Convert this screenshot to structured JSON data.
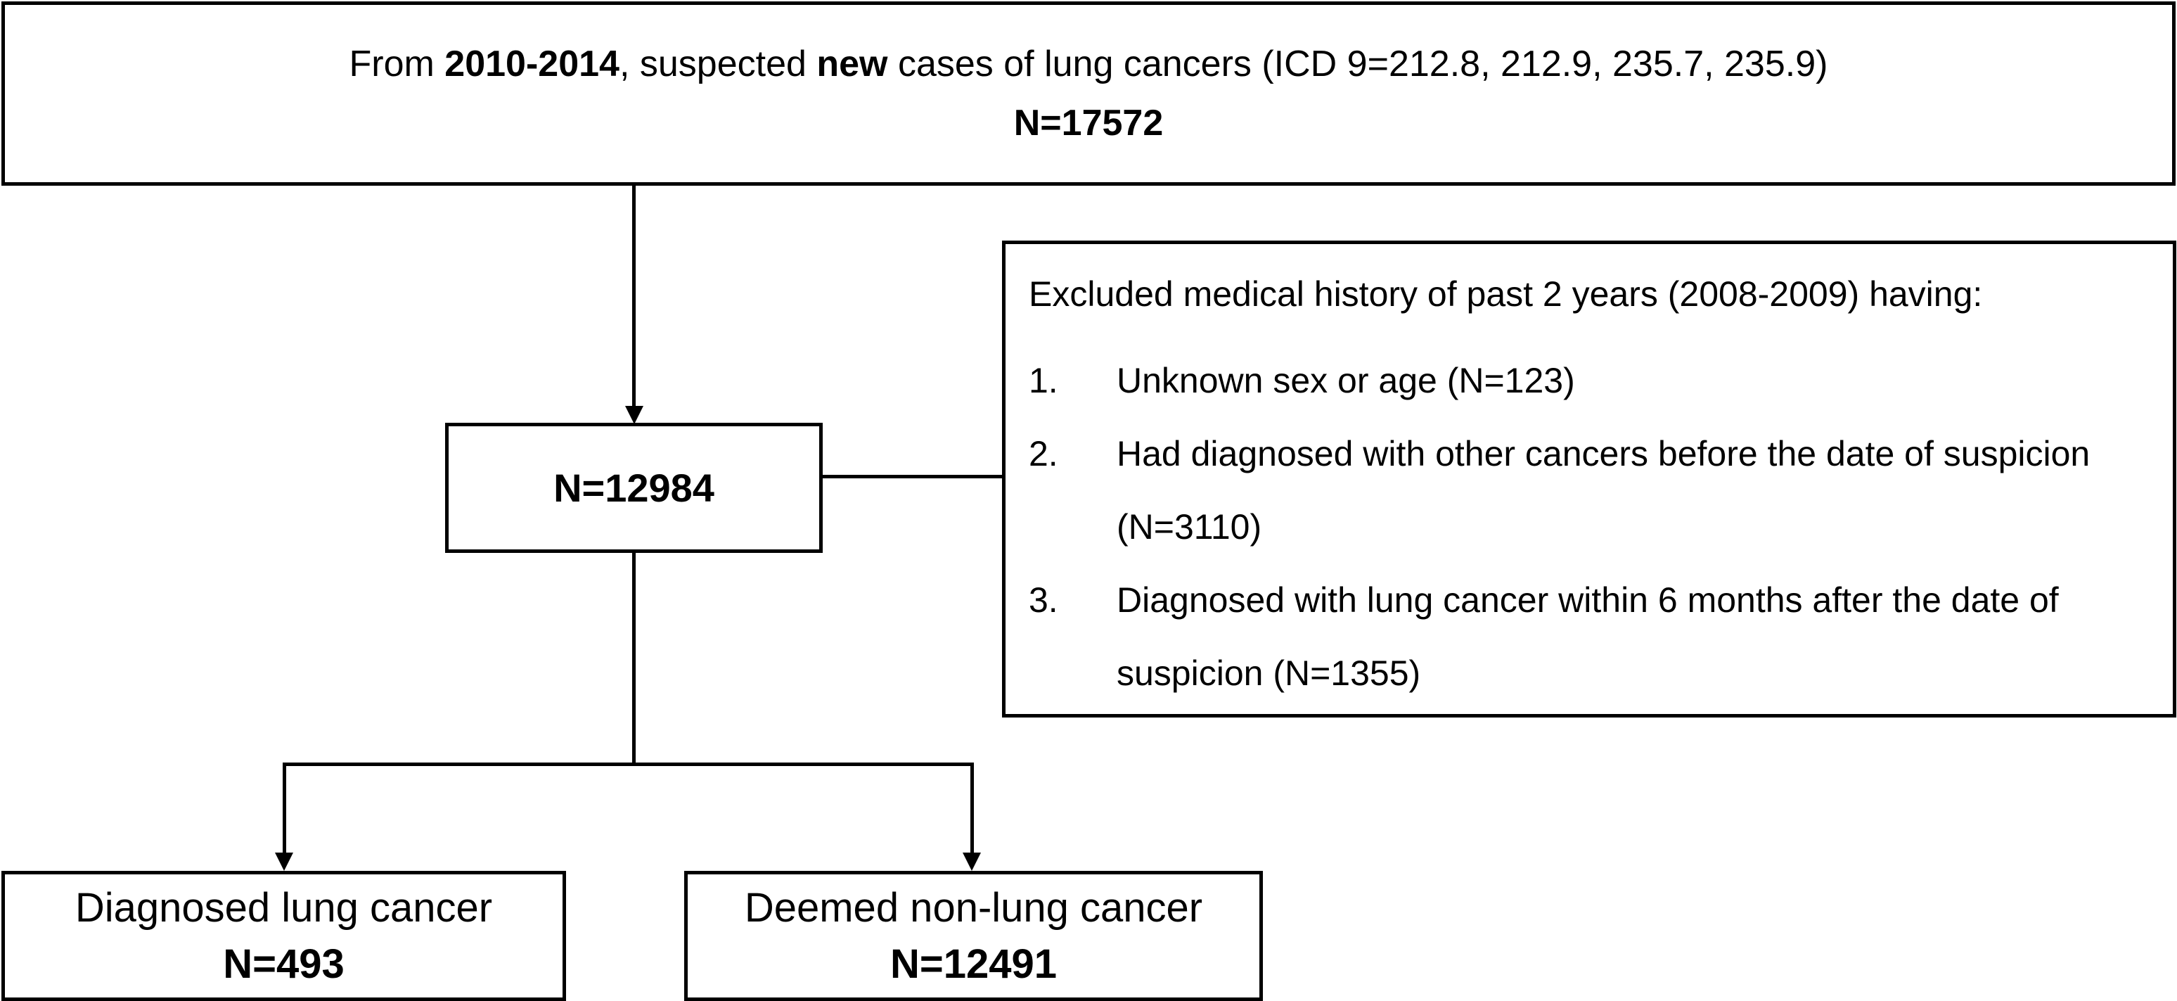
{
  "top_box": {
    "line1_prefix": "From ",
    "line1_years": "2010-2014",
    "line1_mid": ", suspected ",
    "line1_new": "new",
    "line1_suffix": " cases of lung cancers (ICD 9=212.8, 212.9, 235.7, 235.9)",
    "count": "N=17572"
  },
  "middle_box": {
    "count": "N=12984"
  },
  "exclusion_box": {
    "heading": "Excluded medical history of past 2 years (2008-2009) having:",
    "items": [
      {
        "num": "1.",
        "text": "Unknown sex or age (N=123)"
      },
      {
        "num": "2.",
        "text": "Had diagnosed with other cancers before the date of suspicion (N=3110)"
      },
      {
        "num": "3.",
        "text": "Diagnosed with lung cancer within 6 months after the date of suspicion (N=1355)"
      }
    ]
  },
  "left_box": {
    "label": "Diagnosed lung cancer",
    "count": "N=493"
  },
  "right_box": {
    "label": "Deemed non-lung cancer",
    "count": "N=12491"
  }
}
